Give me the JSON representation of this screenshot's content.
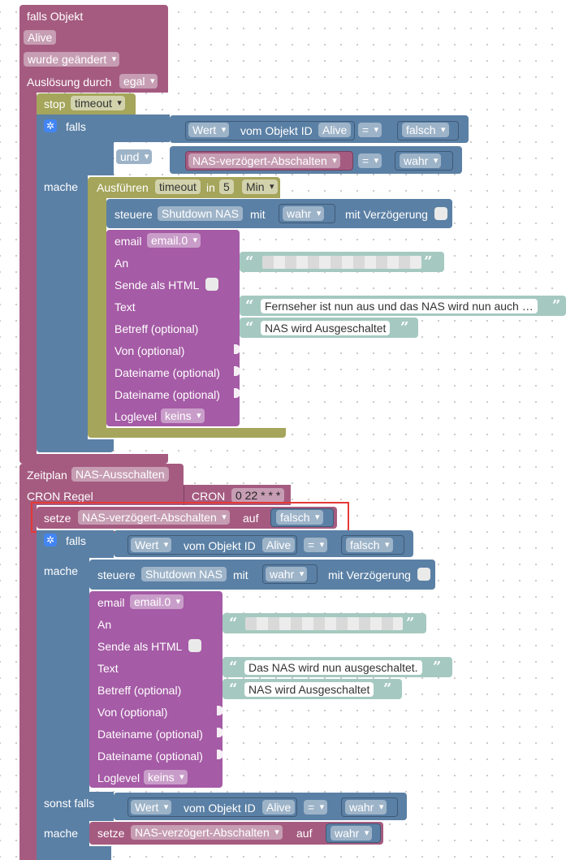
{
  "trigger": {
    "header": "falls Objekt",
    "object": "Alive",
    "event": "wurde geändert",
    "trigger_label": "Auslösung durch",
    "trigger_value": "egal",
    "stop_label": "stop",
    "stop_value": "timeout",
    "if_label": "falls",
    "value_label": "Wert",
    "from_object_label": "vom Objekt ID",
    "object_id": "Alive",
    "op_eq": "=",
    "val_false": "falsch",
    "and_label": "und",
    "var_name": "NAS-verzögert-Abschalten",
    "val_true": "wahr",
    "do_label": "mache",
    "run_label": "Ausführen",
    "run_name": "timeout",
    "in_label": "in",
    "delay_value": "5",
    "delay_unit": "Min",
    "control_label": "steuere",
    "control_target": "Shutdown NAS",
    "with_label": "mit",
    "control_value": "wahr",
    "with_delay_label": "mit Verzögerung",
    "email": {
      "label": "email",
      "instance": "email.0",
      "to_label": "An",
      "html_label": "Sende als HTML",
      "text_label": "Text",
      "text_value": "Fernseher ist nun aus und das NAS wird nun auch …",
      "subject_label": "Betreff (optional)",
      "subject_value": "NAS wird Ausgeschaltet",
      "from_label": "Von (optional)",
      "file1_label": "Dateiname (optional)",
      "file2_label": "Dateiname (optional)",
      "loglevel_label": "Loglevel",
      "loglevel_value": "keins"
    }
  },
  "schedule": {
    "header": "Zeitplan",
    "name": "NAS-Ausschalten",
    "cron_rule_label": "CRON Regel",
    "cron_label": "CRON",
    "cron_value": "0 22 * * *",
    "set_label": "setze",
    "var_name": "NAS-verzögert-Abschalten",
    "on_label": "auf",
    "set_value": "falsch",
    "if_label": "falls",
    "value_label": "Wert",
    "from_object_label": "vom Objekt ID",
    "object_id": "Alive",
    "op_eq": "=",
    "cmp_value": "falsch",
    "do_label": "mache",
    "control_label": "steuere",
    "control_target": "Shutdown NAS",
    "with_label": "mit",
    "control_value": "wahr",
    "with_delay_label": "mit Verzögerung",
    "email": {
      "label": "email",
      "instance": "email.0",
      "to_label": "An",
      "html_label": "Sende als HTML",
      "text_label": "Text",
      "text_value": "Das NAS wird nun ausgeschaltet.",
      "subject_label": "Betreff (optional)",
      "subject_value": "NAS wird Ausgeschaltet",
      "from_label": "Von (optional)",
      "file1_label": "Dateiname (optional)",
      "file2_label": "Dateiname (optional)",
      "loglevel_label": "Loglevel",
      "loglevel_value": "keins"
    },
    "elseif_label": "sonst falls",
    "elseif_value_label": "Wert",
    "elseif_from_label": "vom Objekt ID",
    "elseif_object_id": "Alive",
    "elseif_op": "=",
    "elseif_cmp": "wahr",
    "do2_label": "mache",
    "set2_label": "setze",
    "set2_var": "NAS-verzögert-Abschalten",
    "set2_on": "auf",
    "set2_value": "wahr"
  },
  "colors": {
    "trigger": "#a55b80",
    "logic": "#5b80a5",
    "timer": "#a5a55b",
    "email": "#a55ba5",
    "text": "#a5c9c0",
    "variable": "#a55b80",
    "highlight": "#e53935"
  }
}
